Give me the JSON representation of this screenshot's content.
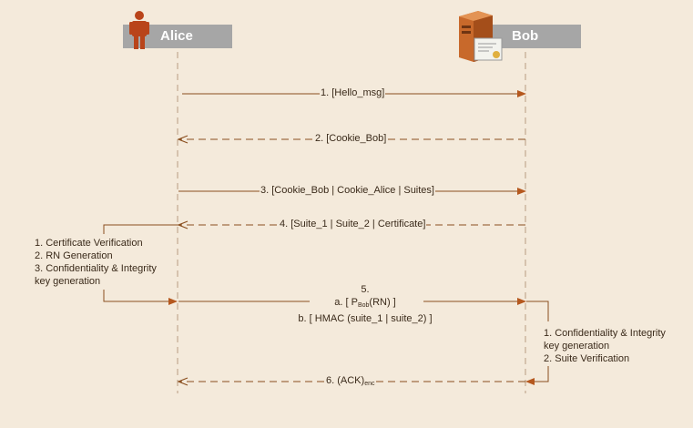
{
  "participants": {
    "alice": {
      "name": "Alice"
    },
    "bob": {
      "name": "Bob"
    }
  },
  "messages": {
    "m1": {
      "text": "1. [Hello_msg]"
    },
    "m2": {
      "text": "2. [Cookie_Bob]"
    },
    "m3": {
      "text": "3. [Cookie_Bob | Cookie_Alice | Suites]"
    },
    "m4": {
      "text": "4. [Suite_1 | Suite_2 | Certificate]"
    },
    "m5": {
      "number": "5.",
      "a_prefix": "a. [ P",
      "a_sub": "Bob",
      "a_suffix": "(RN) ]",
      "b": "b. [ HMAC (suite_1 | suite_2) ]"
    },
    "m6": {
      "prefix": "6. (ACK)",
      "sub": "enc"
    }
  },
  "notes": {
    "alice": {
      "line1": "1. Certificate Verification",
      "line2": "2. RN Generation",
      "line3": "3. Confidentiality & Integrity",
      "line4": "key generation"
    },
    "bob": {
      "line1": "1. Confidentiality & Integrity",
      "line2": "key generation",
      "line3": "2. Suite Verification"
    }
  },
  "colors": {
    "line": "#8a4f1f",
    "lifeline": "#b89c80",
    "arrowhead": "#b5581e",
    "person": "#b9441a",
    "header": "#a6a6a6",
    "background": "#f4eadb"
  },
  "icons": {
    "alice": "person-icon",
    "bob": "server-certificate-icon"
  }
}
